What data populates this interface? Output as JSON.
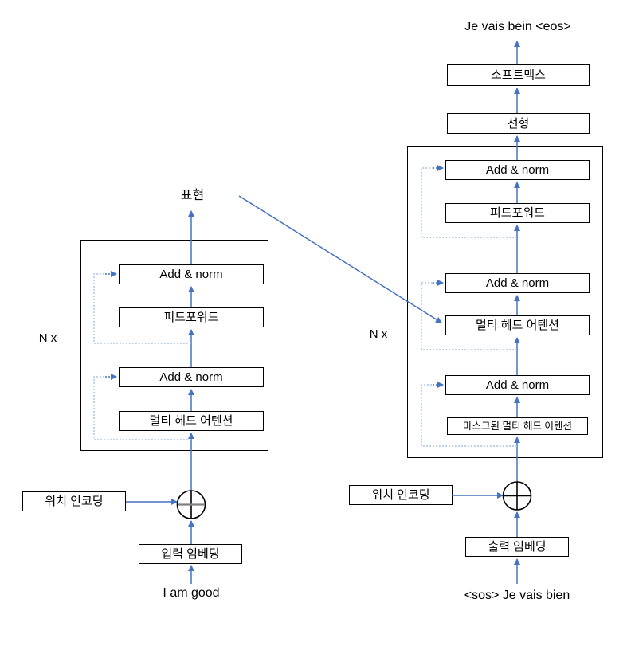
{
  "diagram_title": "Transformer encoder-decoder diagram",
  "colors": {
    "arrow": "#4472C4",
    "skip_line": "#A8C3E8",
    "box_border": "#000000",
    "gray_line": "#808080"
  },
  "encoder": {
    "n_label": "N x",
    "output_label": "표현",
    "blocks": [
      "Add & norm",
      "피드포워드",
      "Add & norm",
      "멀티 헤드 어텐션"
    ],
    "positional_encoding": "위치 인코딩",
    "embedding": "입력 임베딩",
    "input_sentence": "I am good"
  },
  "decoder": {
    "n_label": "N x",
    "output_sentence": "Je vais bein <eos>",
    "softmax": "소프트맥스",
    "linear": "선형",
    "blocks": [
      "Add & norm",
      "피드포워드",
      "Add & norm",
      "멀티 헤드 어텐션",
      "Add & norm",
      "마스크된 멀티 헤드 어텐션"
    ],
    "positional_encoding": "위치 인코딩",
    "embedding": "출력 임베딩",
    "input_sentence": "<sos> Je vais bien"
  }
}
